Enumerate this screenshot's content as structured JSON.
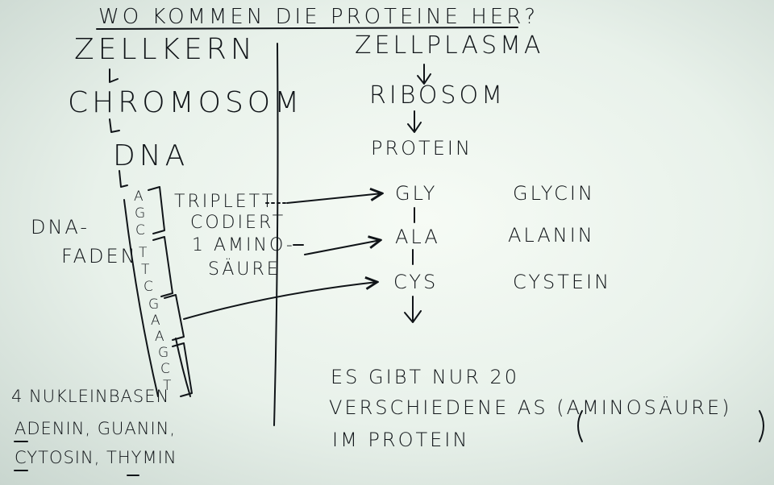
{
  "title": "WO KOMMEN DIE PROTEINE HER?",
  "left": {
    "zellkern": "ZELLKERN",
    "chromosom": "CHROMOSOM",
    "dna": "DNA",
    "dna_faden_line1": "DNA-",
    "dna_faden_line2": "FADEN",
    "nucleotides": [
      "A",
      "G",
      "C",
      "T",
      "T",
      "C",
      "G",
      "A",
      "A",
      "G",
      "C",
      "T"
    ],
    "triplett_text": [
      "TRIPLETT",
      "CODIERT",
      "1 AMINO-",
      "SÄURE"
    ],
    "bases_heading": "4 NUKLEINBASEN",
    "bases_line1": "ADENIN, GUANIN,",
    "bases_line2": "CYTOSIN, THYMIN"
  },
  "right": {
    "zellplasma": "ZELLPLASMA",
    "ribosom": "RIBOSOM",
    "protein": "PROTEIN",
    "amino_acids": [
      {
        "abbr": "GLY",
        "name": "GLYCIN"
      },
      {
        "abbr": "ALA",
        "name": "ALANIN"
      },
      {
        "abbr": "CYS",
        "name": "CYSTEIN"
      }
    ],
    "note_line1": "ES GIBT NUR 20",
    "note_line2": "VERSCHIEDENE AS (AMINOSÄURE)",
    "note_line3": "IM PROTEIN"
  },
  "colors": {
    "ink": "#101418",
    "board": "#eef5ef"
  },
  "icons": [
    "arrow-down-icon",
    "arrow-right-icon",
    "bracket-icon"
  ]
}
